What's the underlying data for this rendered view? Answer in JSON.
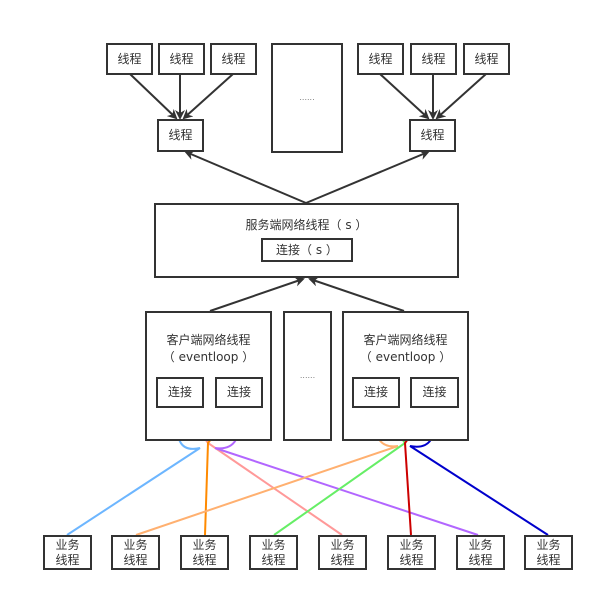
{
  "top_threads": {
    "left_group": [
      "线程",
      "线程",
      "线程"
    ],
    "left_merge": "线程",
    "middle_placeholder": "......",
    "right_group": [
      "线程",
      "线程",
      "线程"
    ],
    "right_merge": "线程"
  },
  "server": {
    "title": "服务端网络线程（ s ）",
    "connection": "连接（ s ）"
  },
  "clients": [
    {
      "title_line1": "客户端网络线程",
      "title_line2": "（ eventloop ）",
      "connections": [
        "连接",
        "连接"
      ]
    },
    {
      "title_line1": "客户端网络线程",
      "title_line2": "（ eventloop ）",
      "connections": [
        "连接",
        "连接"
      ]
    }
  ],
  "client_placeholder": "......",
  "business_threads": [
    {
      "line1": "业务",
      "line2": "线程",
      "color": "#6db6ff"
    },
    {
      "line1": "业务",
      "line2": "线程",
      "color": "#ffb070"
    },
    {
      "line1": "业务",
      "line2": "线程",
      "color": "#ff8a00"
    },
    {
      "line1": "业务",
      "line2": "线程",
      "color": "#66ee66"
    },
    {
      "line1": "业务",
      "line2": "线程",
      "color": "#ff9999"
    },
    {
      "line1": "业务",
      "line2": "线程",
      "color": "#cc0000"
    },
    {
      "line1": "业务",
      "line2": "线程",
      "color": "#b266ff"
    },
    {
      "line1": "业务",
      "line2": "线程",
      "color": "#0000cc"
    }
  ],
  "colors": {
    "stroke": "#333333",
    "blue_light": "#6db6ff",
    "orange_light": "#ffb070",
    "orange": "#ff8a00",
    "green": "#66ee66",
    "pink": "#ff9999",
    "red": "#cc0000",
    "purple": "#b266ff",
    "blue_dark": "#0000cc"
  }
}
